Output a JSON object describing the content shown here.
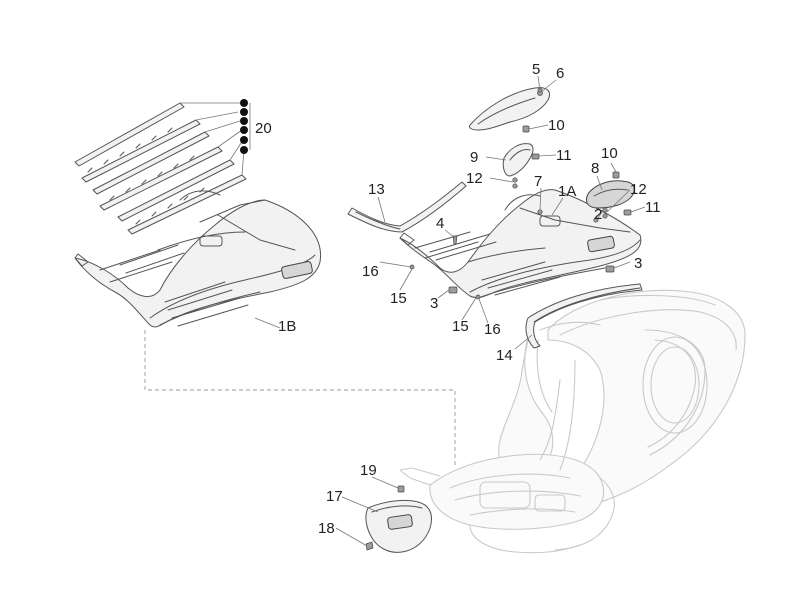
{
  "callouts": {
    "c1B": "1B",
    "c1A": "1A",
    "c2": "2",
    "c3a": "3",
    "c3b": "3",
    "c4": "4",
    "c5": "5",
    "c6": "6",
    "c7": "7",
    "c8": "8",
    "c9": "9",
    "c10a": "10",
    "c10b": "10",
    "c11a": "11",
    "c11b": "11",
    "c12a": "12",
    "c12b": "12",
    "c13": "13",
    "c14": "14",
    "c15a": "15",
    "c15b": "15",
    "c16a": "16",
    "c16b": "16",
    "c17": "17",
    "c18": "18",
    "c19": "19",
    "c20": "20"
  },
  "colors": {
    "line": "#555555",
    "ghost": "#c9c9c9",
    "text": "#222222"
  }
}
